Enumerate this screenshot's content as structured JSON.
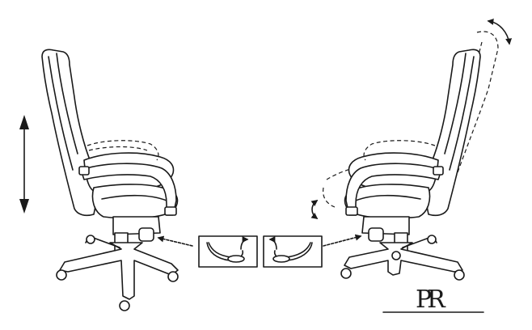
{
  "diagram": {
    "ink_color": "#1a1a1a",
    "background_color": "#ffffff",
    "panels": [
      {
        "name": "height-adjustment",
        "icon": "lever-lift-icon",
        "arrow": "vertical-double-arrow-icon"
      },
      {
        "name": "tilt-adjustment",
        "icon": "lever-release-icon",
        "arrow": "curved-rotate-arrow-icon"
      }
    ],
    "logo": {
      "text": "PR",
      "icon": "pr-monogram-logo"
    }
  }
}
